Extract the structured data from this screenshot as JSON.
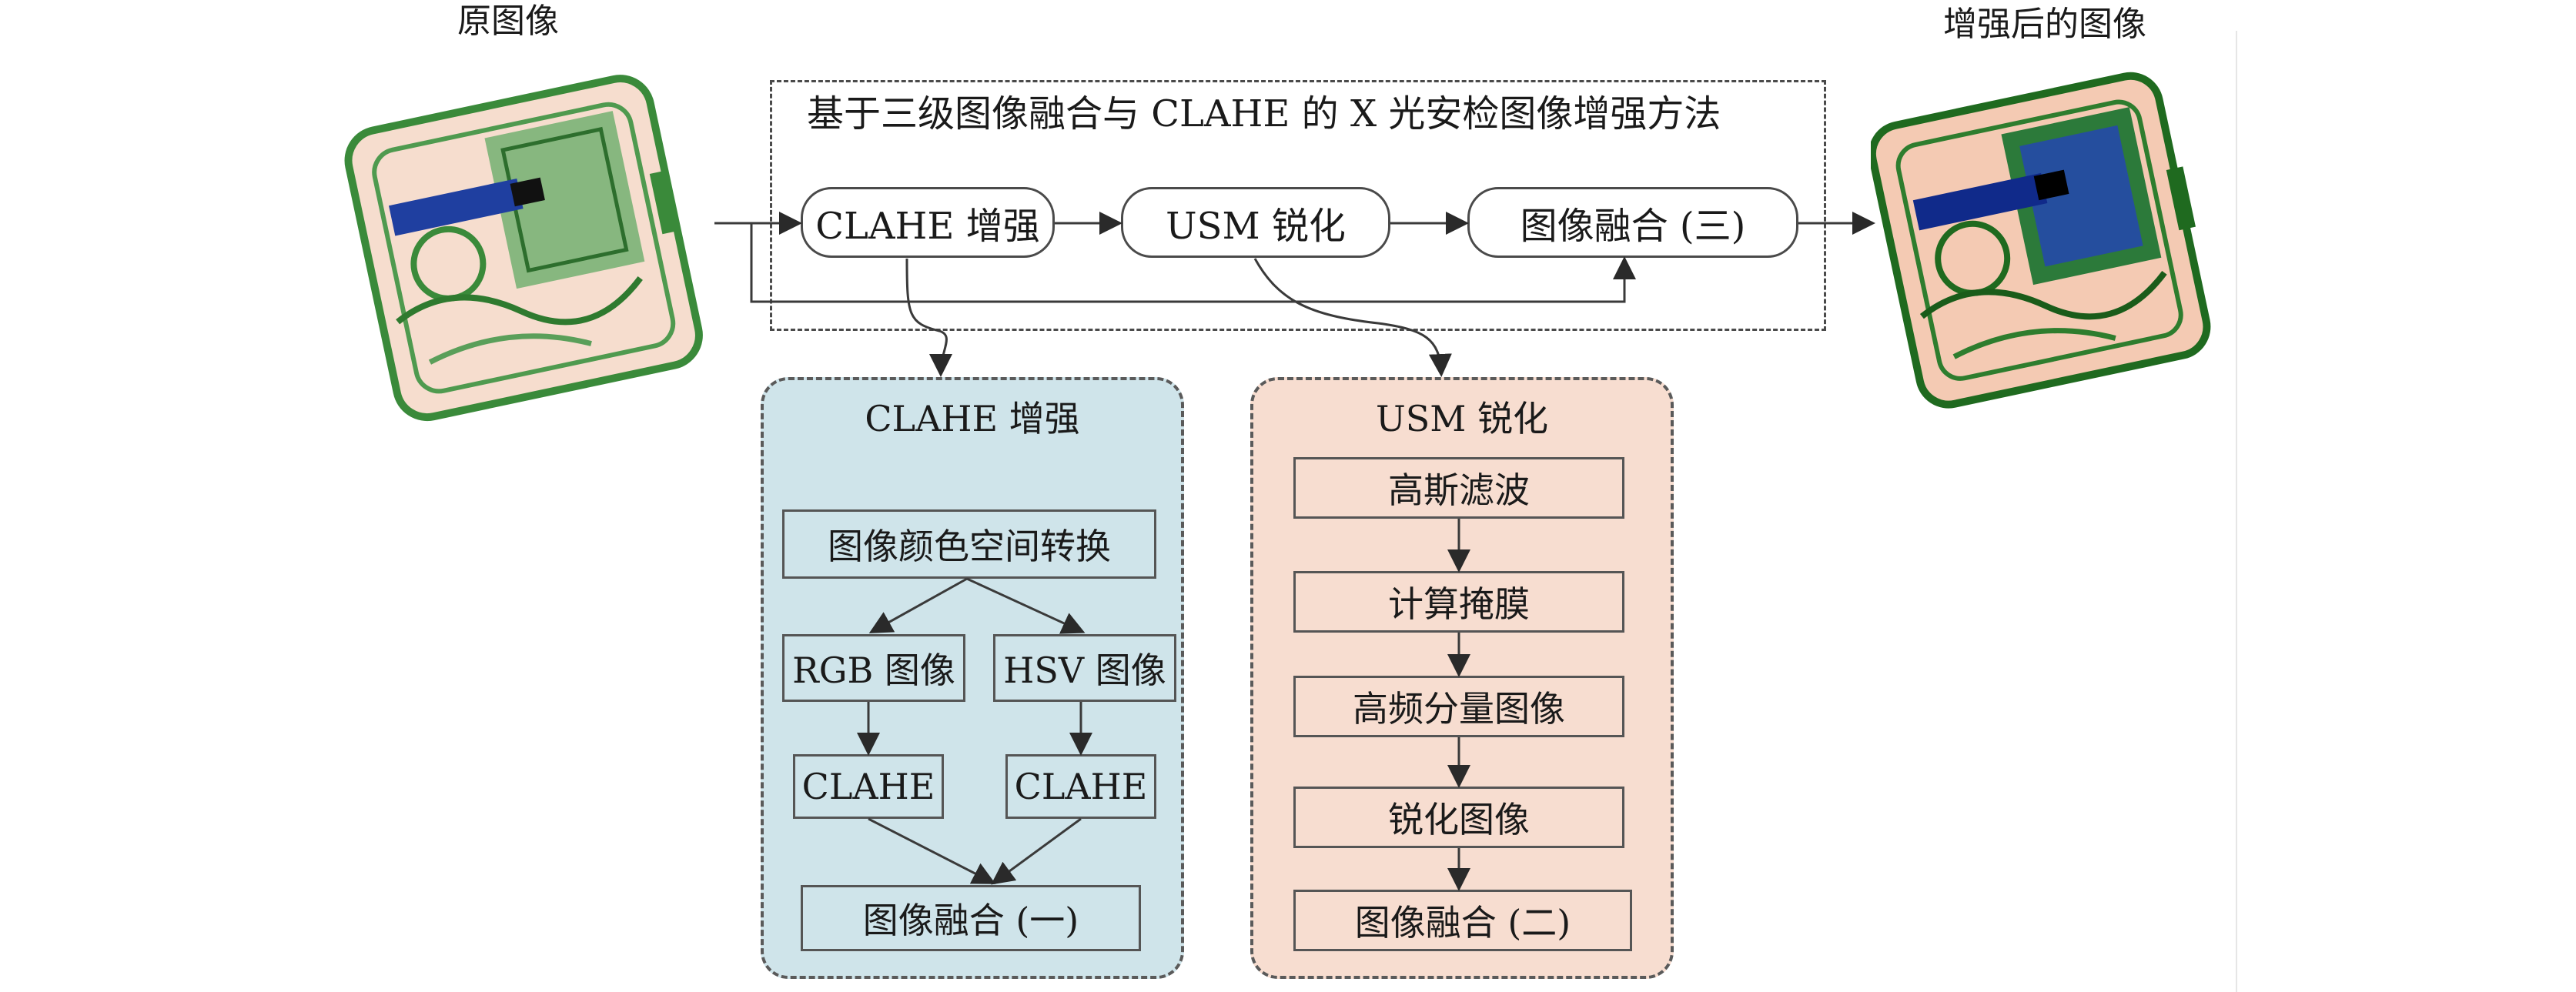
{
  "labels": {
    "original": "原图像",
    "enhanced": "增强后的图像",
    "method_title": "基于三级图像融合与 CLAHE 的 X 光安检图像增强方法"
  },
  "pipeline": {
    "step1": "CLAHE 增强",
    "step2": "USM 锐化",
    "step3": "图像融合 (三)"
  },
  "clahe_panel": {
    "title": "CLAHE 增强",
    "color_space": "图像颜色空间转换",
    "rgb": "RGB 图像",
    "hsv": "HSV 图像",
    "clahe_left": "CLAHE",
    "clahe_right": "CLAHE",
    "fusion1": "图像融合 (一)"
  },
  "usm_panel": {
    "title": "USM 锐化",
    "steps": [
      "高斯滤波",
      "计算掩膜",
      "高频分量图像",
      "锐化图像",
      "图像融合 (二)"
    ]
  },
  "colors": {
    "clahe_panel_bg": "#cfe4ea",
    "usm_panel_bg": "#f7ddd0",
    "xray_green": "#3a8a3a",
    "xray_blue": "#1f3fa0",
    "xray_orange": "#e9a27a"
  }
}
